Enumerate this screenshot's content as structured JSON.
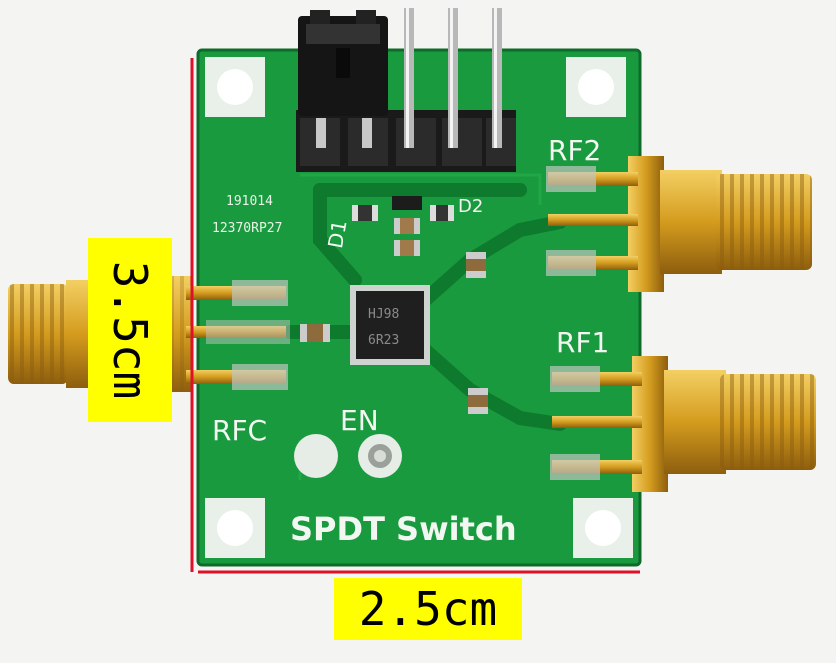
{
  "board": {
    "title": "SPDT Switch",
    "label_rf1": "RF1",
    "label_rf2": "RF2",
    "label_rfc": "RFC",
    "label_en": "EN",
    "label_d1": "D1",
    "label_d2": "D2",
    "date_code": "191014",
    "part_code": "12370RP27",
    "chip_line1": "HJ98",
    "chip_line2": "6R23"
  },
  "dimensions": {
    "width_label": "2.5cm",
    "height_label": "3.5cm"
  },
  "colors": {
    "pcb_green": "#1a9a3e",
    "gold": "#d9a425",
    "dimension_highlight": "#ffff00",
    "dimension_line": "#e0102a"
  }
}
